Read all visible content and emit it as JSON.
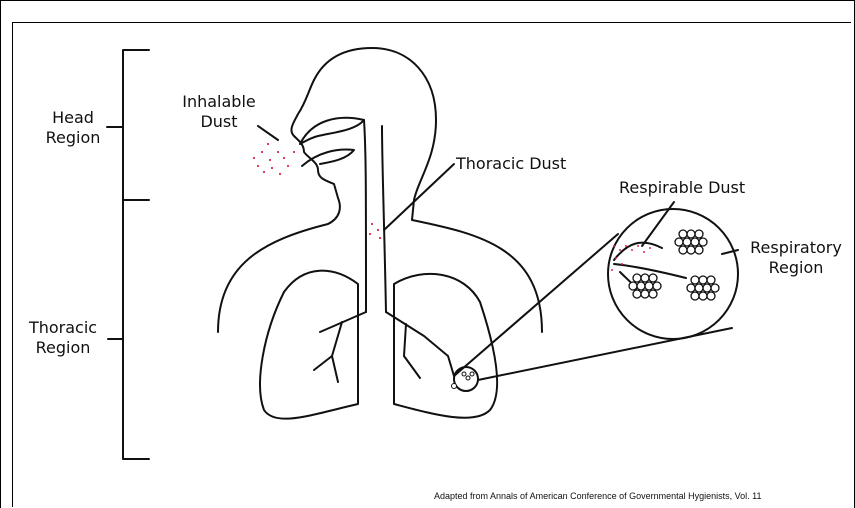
{
  "labels": {
    "head_region": [
      "Head",
      "Region"
    ],
    "thoracic_region": [
      "Thoracic",
      "Region"
    ],
    "inhalable_dust": [
      "Inhalable",
      "Dust"
    ],
    "thoracic_dust": "Thoracic Dust",
    "respirable_dust": "Respirable Dust",
    "respiratory_region": [
      "Respiratory",
      "Region"
    ]
  },
  "credit": "Adapted from Annals of American Conference of Governmental Hygienists, Vol. 11",
  "colors": {
    "outline": "#111111",
    "particle": "#e0294a",
    "background": "#ffffff"
  }
}
